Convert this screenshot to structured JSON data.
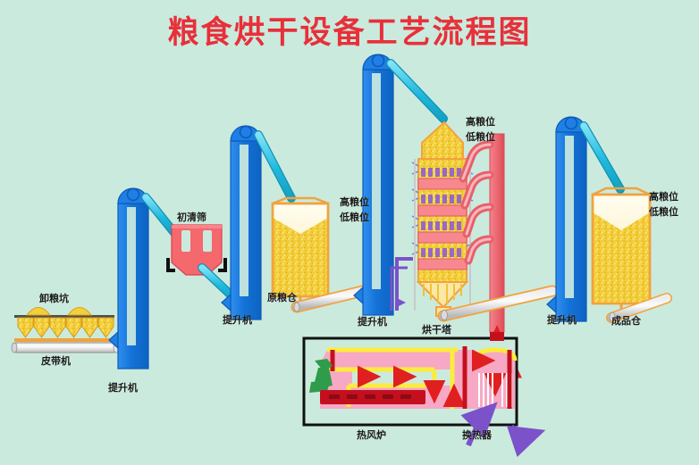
{
  "page": {
    "title": "粮食烘干设备工艺流程图",
    "title_color": "#e8303a",
    "background_color": "#cbeade"
  },
  "palette": {
    "elevator_blue": "#1a7ae0",
    "elevator_blue_dark": "#0f5cb5",
    "chute_cyan": "#2ec4e6",
    "grain_yellow": "#f2cf3a",
    "silo_orange": "#f2a23c",
    "sieve_red": "#f4686e",
    "hot_duct_red": "#e8606a",
    "furnace_pink": "#f7a8c4",
    "fire_red": "#c4101e",
    "arrow_red": "#e02020",
    "burner_green": "#2e9c4a",
    "air_purple": "#7b52c9",
    "conveyor_gray": "#cfcfcf"
  },
  "labels": {
    "unload_pit": "卸粮坑",
    "belt_conveyor": "皮带机",
    "elevator_1": "提升机",
    "pre_cleaner": "初清筛",
    "elevator_2": "提升机",
    "raw_silo": "原粮仓",
    "level_high_1": "高粮位",
    "level_low_1": "低粮位",
    "elevator_3": "提升机",
    "drying_tower": "烘干塔",
    "level_high_2": "高粮位",
    "level_low_2": "低粮位",
    "elevator_4": "提升机",
    "product_silo": "成品仓",
    "level_high_3": "高粮位",
    "level_low_3": "低粮位",
    "hot_air_furnace": "热风炉",
    "heat_exchanger": "换热器"
  },
  "flow": {
    "steps": [
      "卸粮坑",
      "皮带机",
      "提升机",
      "初清筛",
      "提升机",
      "原粮仓",
      "提升机",
      "烘干塔",
      "提升机",
      "成品仓"
    ],
    "support_units": [
      "热风炉",
      "换热器"
    ]
  }
}
